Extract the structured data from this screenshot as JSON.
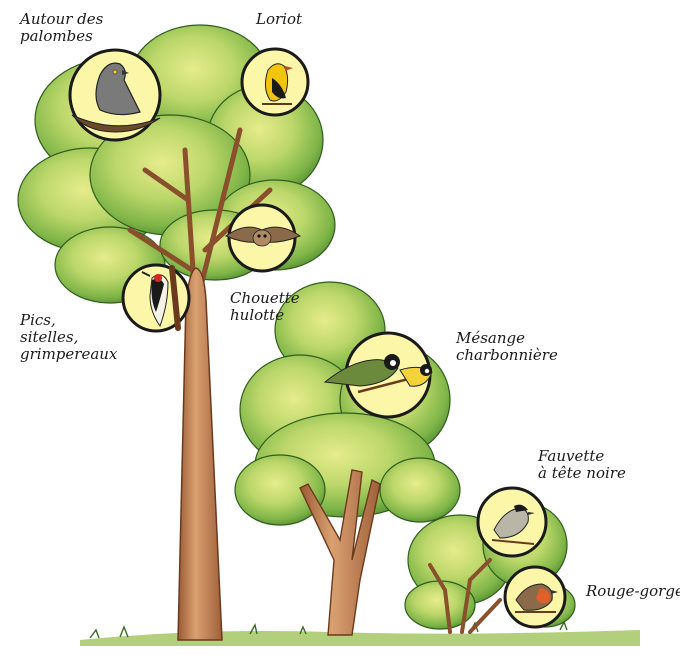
{
  "labels": {
    "goshawk": [
      "Autour des",
      "palombes"
    ],
    "oriole": [
      "Loriot"
    ],
    "owl": [
      "Chouette",
      "hulotte"
    ],
    "woodpeckers": [
      "Pics,",
      "sitelles,",
      "grimpereaux"
    ],
    "great_tit": [
      "Mésange",
      "charbonnière"
    ],
    "blackcap": [
      "Fauvette",
      "à tête noire"
    ],
    "robin": [
      "Rouge-gorge"
    ]
  },
  "colors": {
    "foliage_light": "#c9de7a",
    "foliage_mid": "#8fbf4a",
    "foliage_dark": "#4f8a2e",
    "trunk": "#c98a5a",
    "trunk_dark": "#8a4f2c",
    "medallion": "#fbf6a8",
    "outline": "#1a1a1a"
  },
  "icons": {
    "goshawk": "goshawk-on-nest-icon",
    "oriole": "oriole-icon",
    "owl": "tawny-owl-icon",
    "woodpecker": "woodpecker-icon",
    "great_tit": "great-tit-icon",
    "blackcap": "blackcap-icon",
    "robin": "robin-icon"
  }
}
